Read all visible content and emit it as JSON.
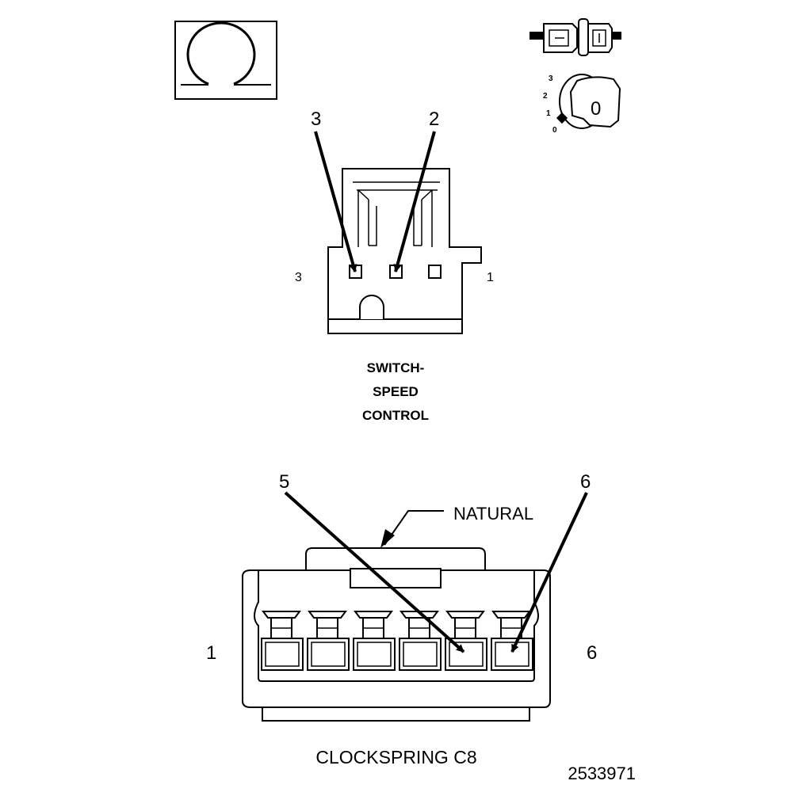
{
  "switch_connector": {
    "title_lines": [
      "SWITCH-",
      "SPEED",
      "CONTROL"
    ],
    "callouts": [
      "3",
      "2"
    ],
    "end_label_left": "3",
    "end_label_right": "1"
  },
  "clockspring_connector": {
    "title": "CLOCKSPRING C8",
    "callouts": [
      "5",
      "6"
    ],
    "end_label_left": "1",
    "end_label_right": "6",
    "color_label": "NATURAL"
  },
  "ignition_icon": {
    "positions": [
      "3",
      "2",
      "1",
      "0"
    ],
    "key_label": "0"
  },
  "figure_number": "2533971"
}
